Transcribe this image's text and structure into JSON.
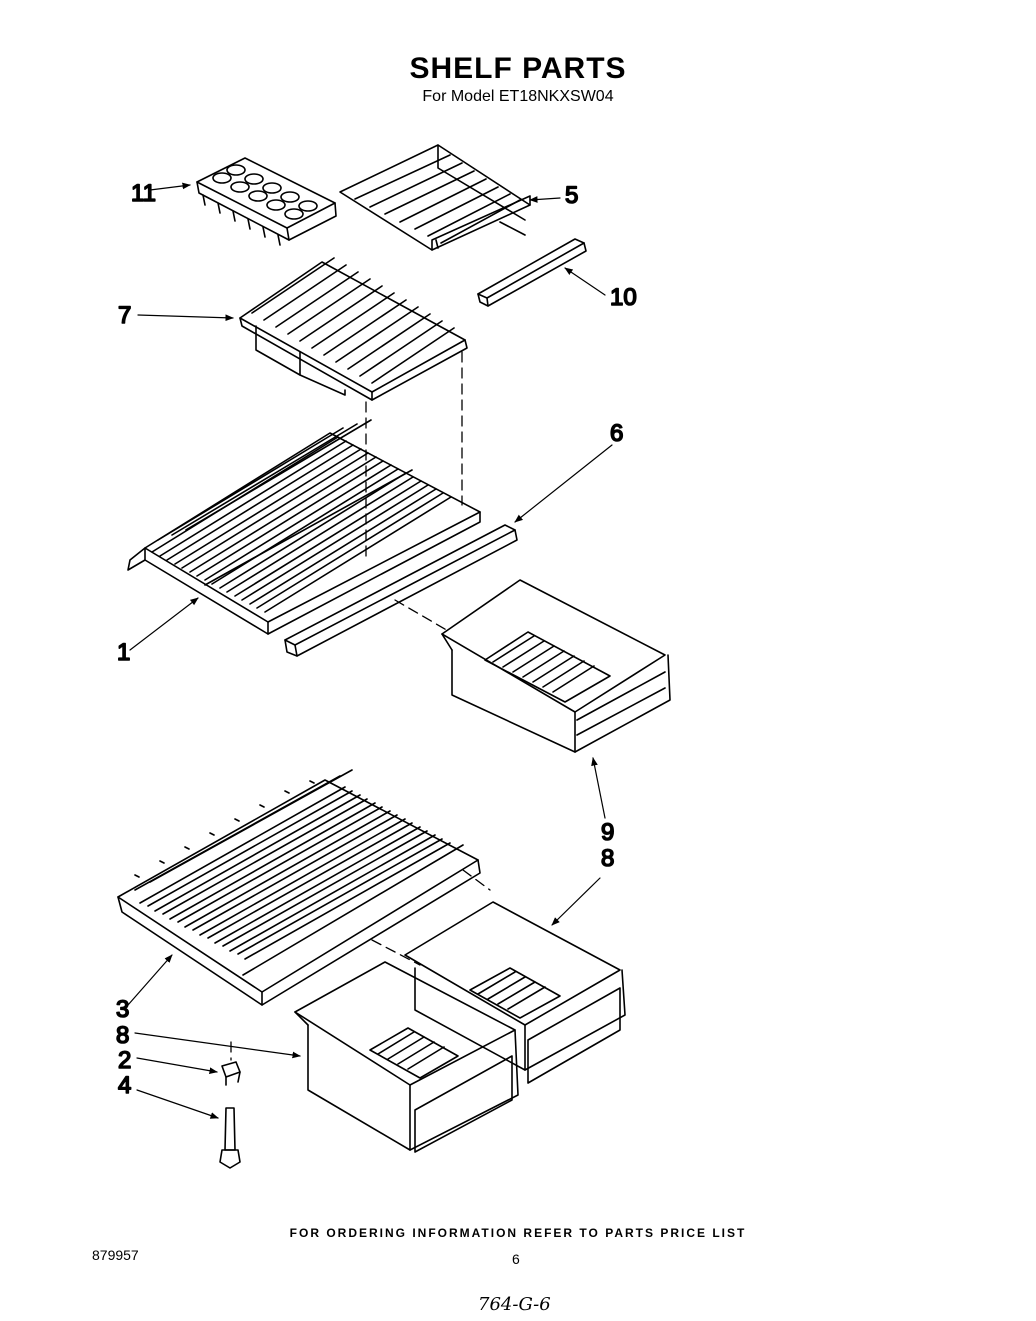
{
  "page": {
    "title": "SHELF PARTS",
    "subtitle": "For Model ET18NKXSW04",
    "footer": "FOR ORDERING INFORMATION REFER TO PARTS PRICE LIST",
    "doc_number": "879957",
    "page_number": "6",
    "handwritten_note": "764-G-6"
  },
  "callouts": {
    "c11": "11",
    "c5": "5",
    "c10": "10",
    "c7": "7",
    "c6": "6",
    "c1": "1",
    "c9": "9",
    "c8a": "8",
    "c3": "3",
    "c8b": "8",
    "c2": "2",
    "c4": "4"
  },
  "parts": [
    {
      "ref": "1",
      "icon": "wire-shelf-icon"
    },
    {
      "ref": "2",
      "icon": "shelf-support-clip-icon"
    },
    {
      "ref": "3",
      "icon": "crisper-cover-shelf-icon"
    },
    {
      "ref": "4",
      "icon": "shelf-support-stud-icon"
    },
    {
      "ref": "5",
      "icon": "freezer-wire-shelf-icon"
    },
    {
      "ref": "6",
      "icon": "shelf-trim-icon"
    },
    {
      "ref": "7",
      "icon": "freezer-shelf-icon"
    },
    {
      "ref": "8",
      "icon": "crisper-drawer-icon"
    },
    {
      "ref": "9",
      "icon": "meat-keeper-drawer-icon"
    },
    {
      "ref": "10",
      "icon": "shelf-trim-bar-icon"
    },
    {
      "ref": "11",
      "icon": "ice-cube-tray-icon"
    }
  ]
}
